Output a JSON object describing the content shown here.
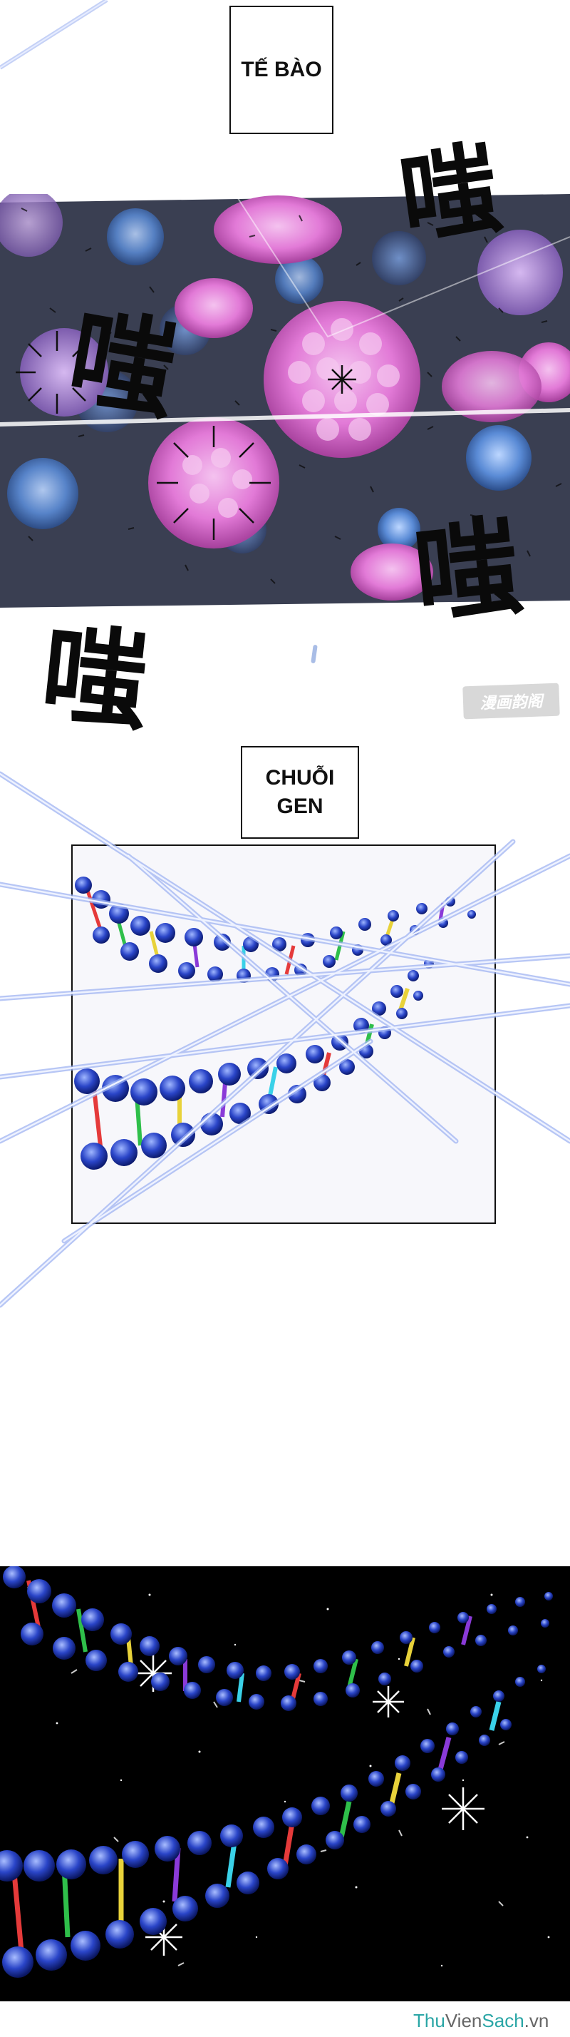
{
  "captions": {
    "cell": "TẾ BÀO",
    "gene_line1": "CHUỖI",
    "gene_line2": "GEN"
  },
  "sfx": {
    "sound": "嗤"
  },
  "watermark": {
    "publisher": "漫画韵阁",
    "site_part1": "Thu",
    "site_part2": "Vien",
    "site_part3": "Sach",
    "site_tld": ".vn"
  },
  "colors": {
    "cell_bg": "#3a3f52",
    "cell_pink": "#e27ad7",
    "cell_blue": "#5a8bd6",
    "dna_blue": "#2a45c8",
    "laser": "#9fb4f2",
    "night_bg": "#000000",
    "brand_teal": "#2aa6a6",
    "brand_gray": "#666666"
  }
}
